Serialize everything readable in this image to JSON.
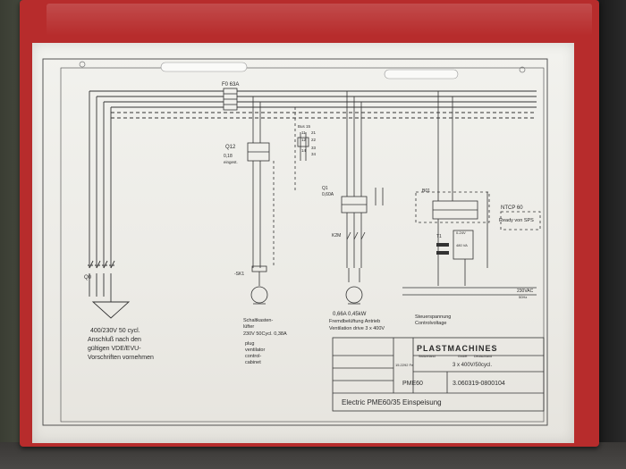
{
  "fuse_main": "F0 63A",
  "supply_text": [
    "400/230V 50 cycl.",
    "Anschluß nach den",
    "gültigen VDE/EVU-",
    "Vorschriften vornehmen"
  ],
  "q0_label": "Q0",
  "q12_label": "Q12",
  "q12_value": [
    "0,18",
    "eingest."
  ],
  "q1_label": "Q1",
  "q1_value": "0,60A",
  "k2m_label": "K2M",
  "k1_labels": [
    "Bus 15",
    "21",
    "11",
    "12",
    "14",
    "22",
    "33",
    "34"
  ],
  "sk1_label": "-SK1",
  "motor1_text": [
    "Schaltkasten-",
    "lüfter",
    "230V 50Cycl. 0,38A",
    "plug",
    "ventilator",
    "control-",
    "cabinet"
  ],
  "motor2_text": [
    "0,66A 0,45kW",
    "Fremdbelüftung Antrieb",
    "Ventilation drive   3 x 400V"
  ],
  "b01_label": "B01",
  "t1_label": "T1",
  "transformer_values": [
    "0-24V",
    "480 VA"
  ],
  "ntcp_label": "NTCP 60",
  "ready_label": "Ready von SPS",
  "control_text": [
    "Steuerspannung",
    "Controlvoltage"
  ],
  "vac_label": "230VAC",
  "vac_sub": "50Hz",
  "title_block": {
    "brand": "PLASTMACHINES",
    "brand_sub1": "Switzerland",
    "brand_sub2": "GmbH",
    "brand_sub3": "Deutschland",
    "spec": "3 x 400V/50cycl.",
    "spec_ref": "15.2292 Fe",
    "model": "PME60",
    "doc_number": "3.060319-0800104",
    "description": "Electric PME60/35 Einspeisung"
  },
  "colors": {
    "folder": "#b72c2c",
    "paper": "#efeeea",
    "ink": "#2a2a2a"
  }
}
